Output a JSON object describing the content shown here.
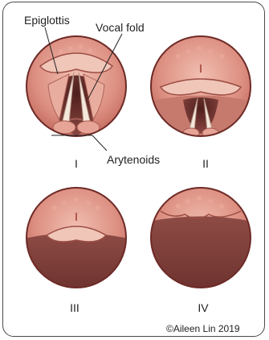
{
  "labels": {
    "epiglottis": "Epiglottis",
    "vocal_fold": "Vocal fold",
    "arytenoids": "Arytenoids"
  },
  "grades": [
    "I",
    "II",
    "III",
    "IV"
  ],
  "credit": "©Aileen Lin 2019",
  "colors": {
    "outline": "#7a2e2a",
    "tissue": "#d98b7e",
    "tissue_light": "#f0c2b5",
    "tissue_dark": "#b15a50",
    "airway": "#7a3a36",
    "fold": "#f3e6d8"
  }
}
